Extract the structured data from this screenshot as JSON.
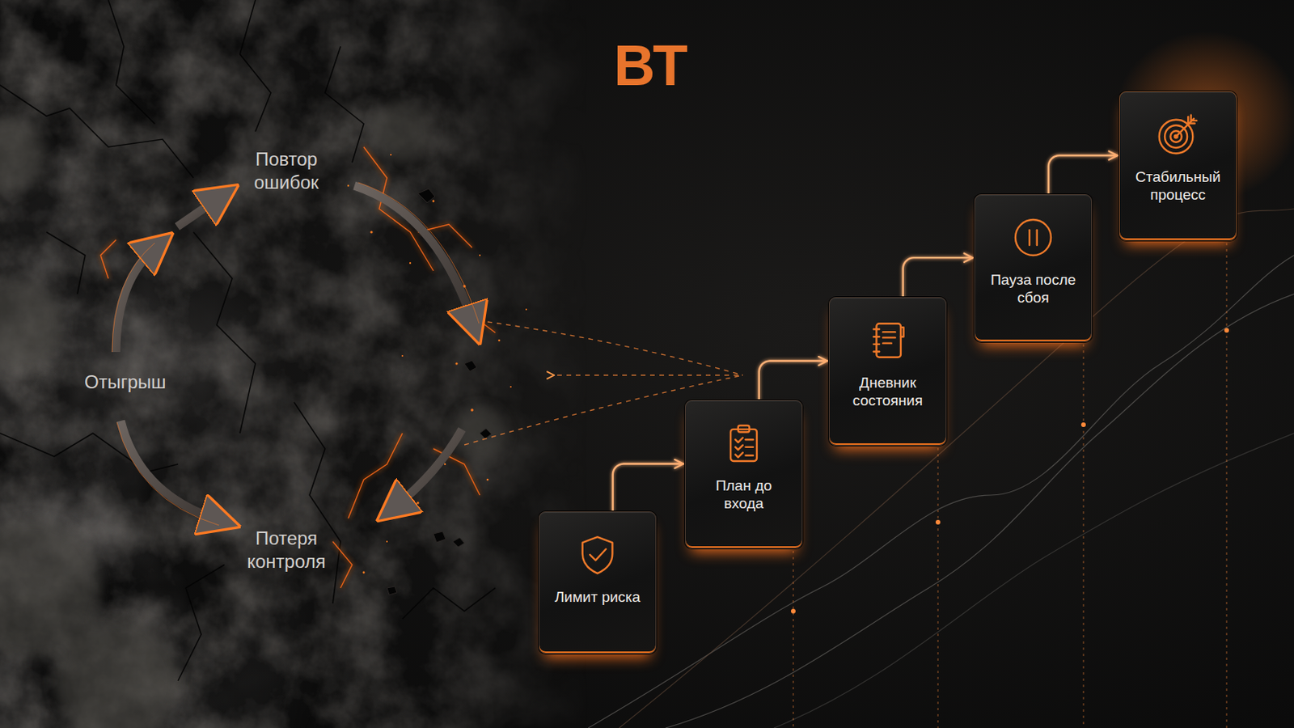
{
  "diagram": {
    "nodes": [
      {
        "text": [
          "Лимит риска"
        ]
      },
      {
        "text": [
          "План до входа"
        ]
      },
      {
        "text": [
          "Дневник состояния"
        ]
      },
      {
        "text": [
          "Пауза после сбоя"
        ]
      },
      {
        "text": [
          "Стабильный процесс"
        ]
      }
    ],
    "edges": [
      {
        "from": 0,
        "to": 1,
        "arrow": "to"
      },
      {
        "from": 1,
        "to": 2,
        "arrow": "to"
      },
      {
        "from": 2,
        "to": 3,
        "arrow": "to"
      },
      {
        "from": 3,
        "to": 4,
        "arrow": "to"
      }
    ],
    "labels": [
      "BT",
      "Повтор ошибок",
      "Отыгрыш",
      "Потеря контроля"
    ]
  }
}
